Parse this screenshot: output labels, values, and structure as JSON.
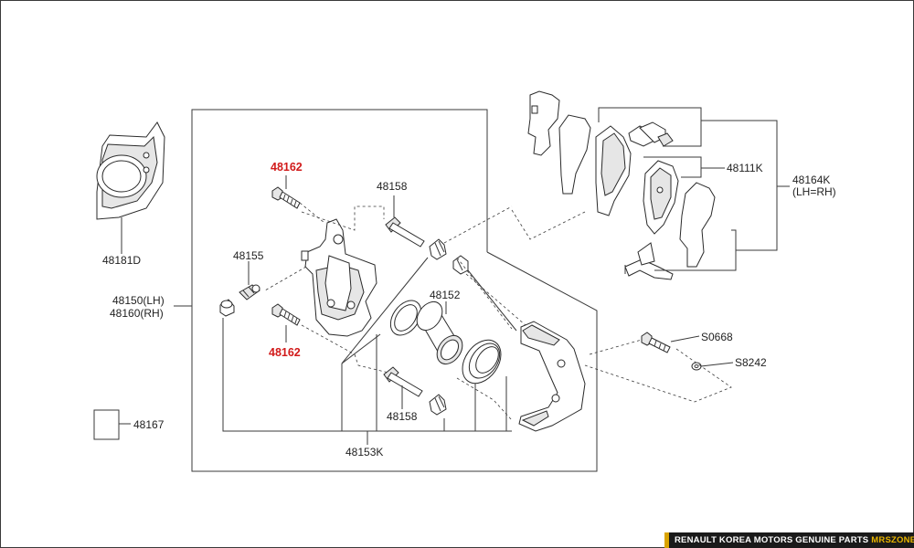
{
  "labels": {
    "p48181D": "48181D",
    "p48150": "48150(LH)",
    "p48160": "48160(RH)",
    "p48167": "48167",
    "p48162_top": "48162",
    "p48162_bottom": "48162",
    "p48155": "48155",
    "p48158_top": "48158",
    "p48158_bottom": "48158",
    "p48152": "48152",
    "p48153K": "48153K",
    "pS0668": "S0668",
    "pS8242": "S8242",
    "p48111K": "48111K",
    "p48164K": "48164K",
    "p48164K_note": "(LH=RH)"
  },
  "colors": {
    "highlight_part": "#d11a1a",
    "footer_bg": "#1a1a1a",
    "footer_accent": "#e8b400"
  },
  "footer": {
    "brand": "RENAULT KOREA MOTORS GENUINE PARTS",
    "site": "MRSZONE"
  }
}
